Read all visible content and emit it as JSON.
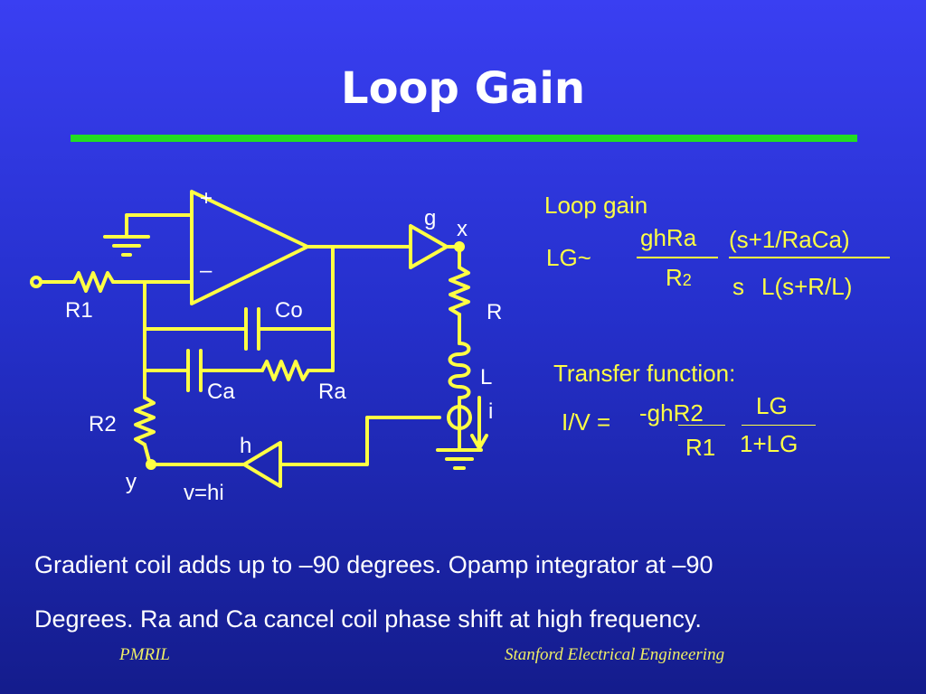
{
  "title": "Loop Gain",
  "circuit_labels": {
    "plus": "+",
    "minus": "–",
    "r1": "R1",
    "co": "Co",
    "ca": "Ca",
    "ra": "Ra",
    "r2": "R2",
    "y": "y",
    "h": "h",
    "v_hi": "v=hi",
    "g": "g",
    "x": "x",
    "r": "R",
    "l": "L",
    "i": "i"
  },
  "loop_gain": {
    "heading": "Loop gain",
    "lhs": "LG~",
    "num1": "ghRa",
    "den1_r": "R",
    "den1_sub": "2",
    "num2": "(s+1/RaCa)",
    "den2_s": "s",
    "den2": "L(s+R/L)"
  },
  "transfer_function": {
    "heading": "Transfer function:",
    "lhs": "I/V =",
    "num1": "-ghR2",
    "den1": "R1",
    "num2": "LG",
    "den2": "1+LG"
  },
  "body": {
    "line1": "Gradient coil adds up to –90 degrees.  Opamp integrator at –90",
    "line2": "Degrees. Ra and Ca cancel coil phase shift at high frequency."
  },
  "footer": {
    "left": "PMRIL",
    "right": "Stanford Electrical Engineering"
  },
  "colors": {
    "accent_rule": "#22dd22",
    "circuit": "#ffff44",
    "text": "#ffffff"
  }
}
